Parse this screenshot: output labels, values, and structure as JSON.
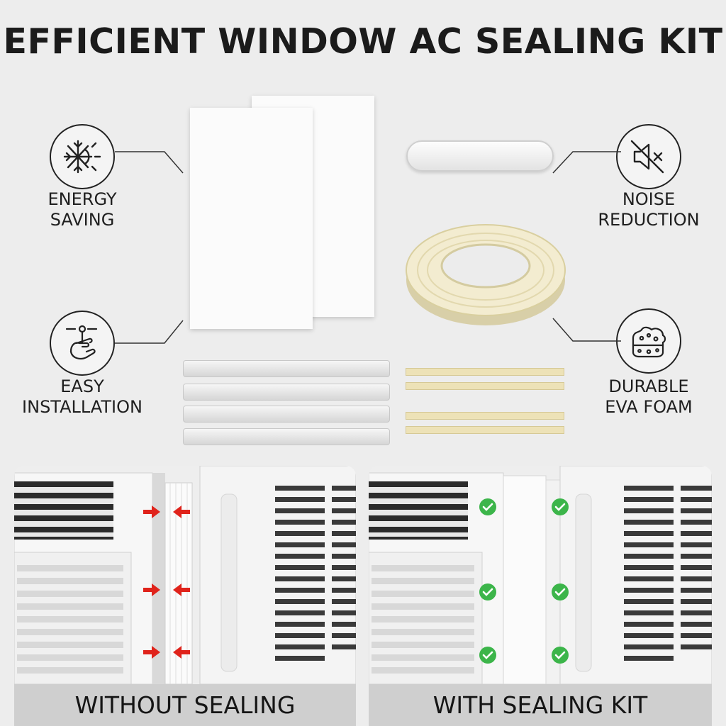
{
  "title": "EFFICIENT WINDOW AC SEALING KIT",
  "features": {
    "energy": {
      "icon": "snowflake-sun-icon",
      "lines": [
        "ENERGY",
        "SAVING"
      ]
    },
    "install": {
      "icon": "hand-tool-icon",
      "lines": [
        "EASY",
        "INSTALLATION"
      ]
    },
    "noise": {
      "icon": "speaker-mute-icon",
      "lines": [
        "NOISE",
        "REDUCTION"
      ]
    },
    "foam": {
      "icon": "foam-sponge-icon",
      "lines": [
        "DURABLE",
        "EVA FOAM"
      ]
    }
  },
  "comparison": {
    "left_caption": "WITHOUT SEALING",
    "right_caption": "WITH SEALING KIT"
  },
  "colors": {
    "background": "#ededed",
    "arrow_red": "#e0231b",
    "check_green": "#3cb54a",
    "foam_yellow": "#efe6c2",
    "caption_bar": "#cfcfcf"
  }
}
